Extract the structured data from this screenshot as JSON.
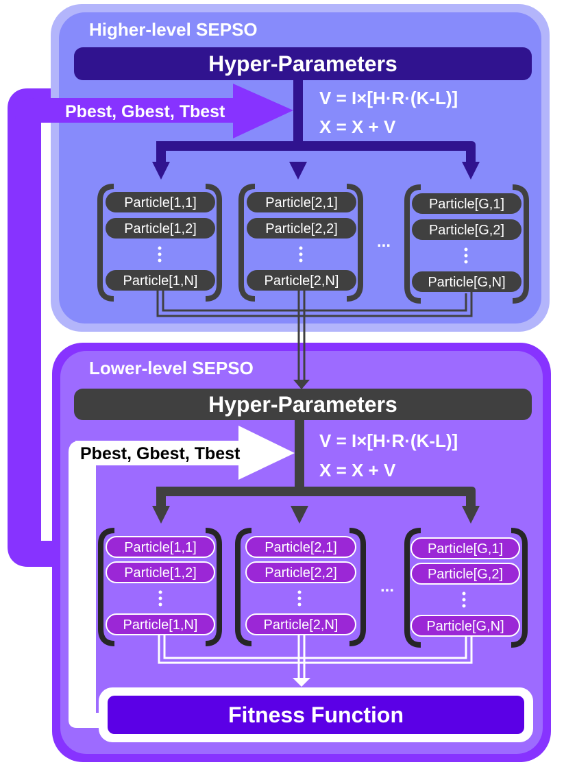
{
  "colors": {
    "higher_outer": "#B3B5FB",
    "higher_inner": "#878BFB",
    "higher_bar": "#30138F",
    "lower_outer": "#8733FF",
    "lower_inner": "#9D6BFF",
    "dark_bar": "#404040",
    "feedback_arrow": "#8733FF",
    "particle_dark": "#404040",
    "particle_purple": "#9B27D6",
    "fitness_fill": "#5B00E6",
    "white": "#FFFFFF"
  },
  "higher": {
    "title": "Higher-level SEPSO",
    "hyper_parameters": "Hyper-Parameters",
    "feedback_label": "Pbest, Gbest, Tbest",
    "equation_velocity": "V = I×[H·R·(K-L)]",
    "equation_position": "X = X + V",
    "ellipsis": "...",
    "groups": [
      {
        "particles": [
          "Particle[1,1]",
          "Particle[1,2]",
          "Particle[1,N]"
        ]
      },
      {
        "particles": [
          "Particle[2,1]",
          "Particle[2,2]",
          "Particle[2,N]"
        ]
      },
      {
        "particles": [
          "Particle[G,1]",
          "Particle[G,2]",
          "Particle[G,N]"
        ]
      }
    ]
  },
  "lower": {
    "title": "Lower-level SEPSO",
    "hyper_parameters": "Hyper-Parameters",
    "feedback_label": "Pbest, Gbest, Tbest",
    "equation_velocity": "V = I×[H·R·(K-L)]",
    "equation_position": "X = X + V",
    "ellipsis": "...",
    "groups": [
      {
        "particles": [
          "Particle[1,1]",
          "Particle[1,2]",
          "Particle[1,N]"
        ]
      },
      {
        "particles": [
          "Particle[2,1]",
          "Particle[2,2]",
          "Particle[2,N]"
        ]
      },
      {
        "particles": [
          "Particle[G,1]",
          "Particle[G,2]",
          "Particle[G,N]"
        ]
      }
    ],
    "fitness_function": "Fitness Function"
  }
}
